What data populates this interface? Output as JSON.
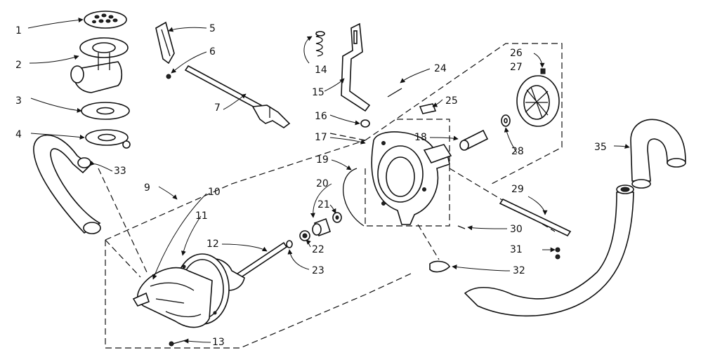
{
  "labels": {
    "p1": "1",
    "p2": "2",
    "p3": "3",
    "p4": "4",
    "p5": "5",
    "p6": "6",
    "p7": "7",
    "p9": "9",
    "p10": "10",
    "p11": "11",
    "p12": "12",
    "p13": "13",
    "p14": "14",
    "p15": "15",
    "p16": "16",
    "p17": "17",
    "p18": "18",
    "p19": "19",
    "p20": "20",
    "p21": "21",
    "p22": "22",
    "p23": "23",
    "p24": "24",
    "p25": "25",
    "p26": "26",
    "p27": "27",
    "p28": "28",
    "p29": "29",
    "p30": "30",
    "p31": "31",
    "p32": "32",
    "p33": "33",
    "p35": "35"
  }
}
